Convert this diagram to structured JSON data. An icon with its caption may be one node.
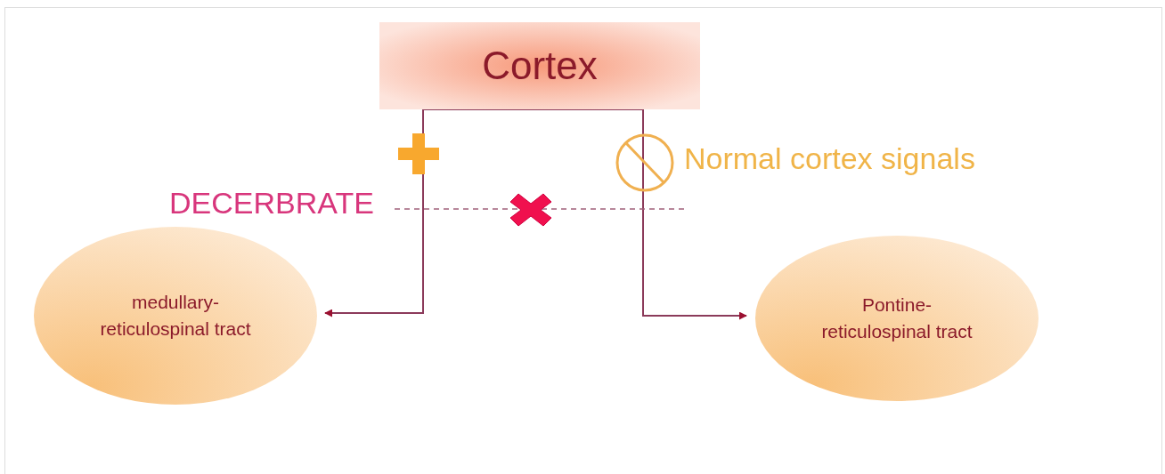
{
  "diagram": {
    "nodes": [
      {
        "text": [
          "Cortex"
        ]
      },
      {
        "text": [
          "medullary- reticulospinal tract"
        ]
      },
      {
        "text": [
          "Pontine- reticulospinal tract"
        ]
      }
    ],
    "edges": [
      {
        "from": 0,
        "to": 1,
        "arrow": "to"
      },
      {
        "from": 0,
        "to": 2,
        "arrow": "to"
      }
    ],
    "labels": [
      "DECERBRATE",
      "Normal cortex signals"
    ]
  }
}
